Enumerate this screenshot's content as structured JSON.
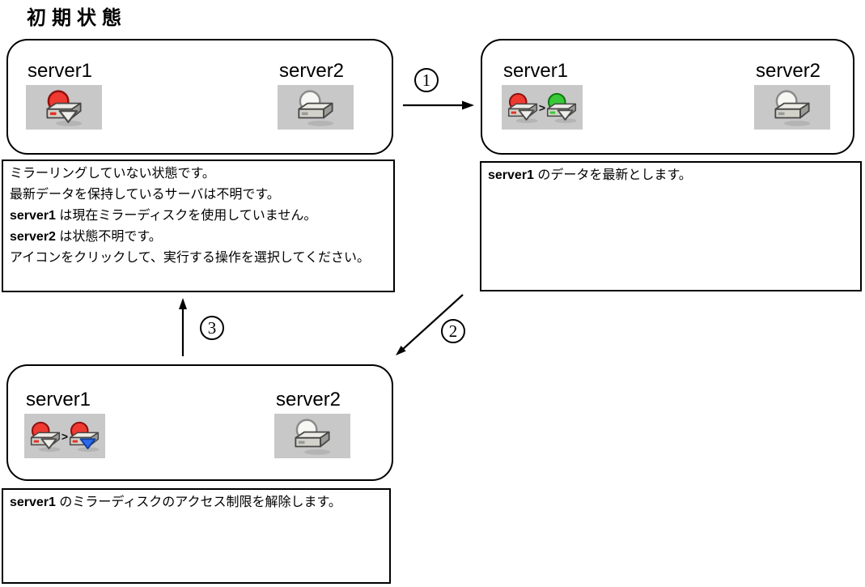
{
  "title": "初期状態",
  "icon_separator": ">",
  "states": [
    {
      "servers": [
        {
          "label": "server1",
          "icon": "mirror-disk-error-icon"
        },
        {
          "label": "server2",
          "icon": "mirror-disk-unknown-icon"
        }
      ],
      "description_lines": [
        {
          "strong": "",
          "text": "ミラーリングしていない状態です。"
        },
        {
          "strong": "",
          "text": "最新データを保持しているサーバは不明です。"
        },
        {
          "strong": "server1",
          "text": " は現在ミラーディスクを使用していません。"
        },
        {
          "strong": "server2",
          "text": " は状態不明です。"
        },
        {
          "strong": "",
          "text": "アイコンをクリックして、実行する操作を選択してください。"
        }
      ]
    },
    {
      "servers": [
        {
          "label": "server1",
          "icon": "mirror-disk-error-to-normal-icon"
        },
        {
          "label": "server2",
          "icon": "mirror-disk-unknown-icon"
        }
      ],
      "description_lines": [
        {
          "strong": "server1",
          "text": " のデータを最新とします。"
        }
      ]
    },
    {
      "servers": [
        {
          "label": "server1",
          "icon": "mirror-disk-error-to-access-unlocked-icon"
        },
        {
          "label": "server2",
          "icon": "mirror-disk-unknown-icon"
        }
      ],
      "description_lines": [
        {
          "strong": "server1",
          "text": " のミラーディスクのアクセス制限を解除します。"
        }
      ]
    }
  ],
  "arrows": [
    {
      "number": "1"
    },
    {
      "number": "2"
    },
    {
      "number": "3"
    }
  ],
  "colors": {
    "error_red": "#ee3a30",
    "normal_green": "#38c838",
    "active_blue": "#2b6bee",
    "icon_background": "#c8c8c8",
    "line_black": "#000000"
  }
}
